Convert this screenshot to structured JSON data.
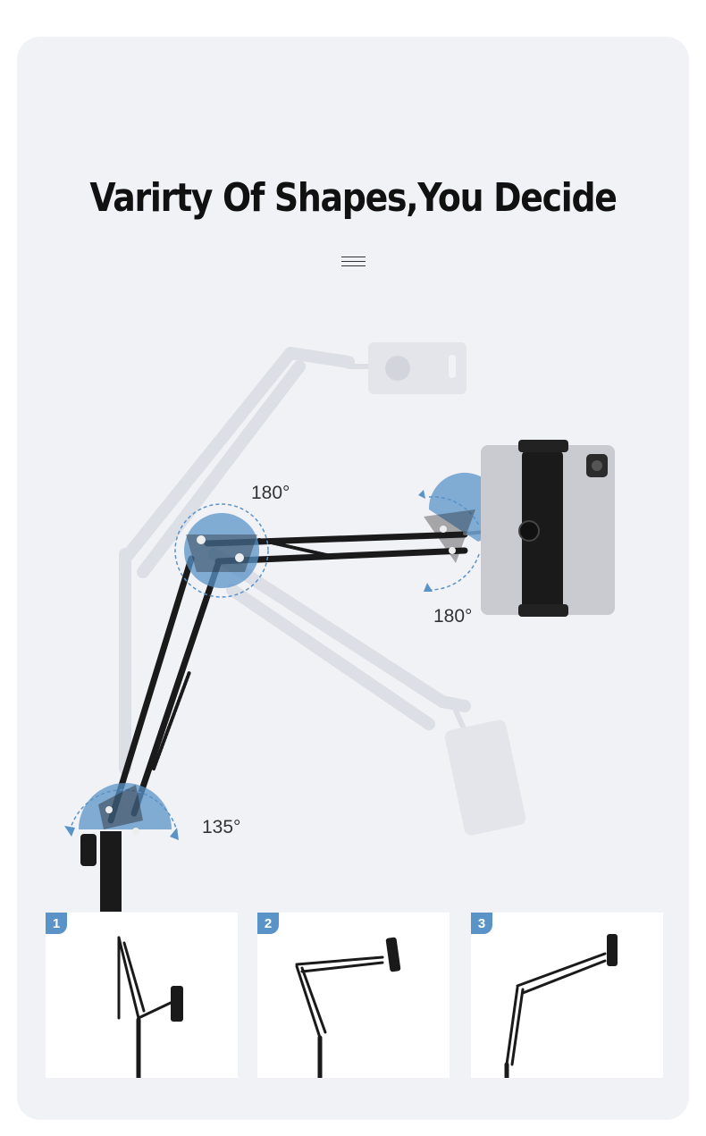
{
  "headline": "Varirty Of Shapes,You Decide",
  "angles": {
    "top_joint": "180°",
    "holder_joint": "180°",
    "base_joint": "135°"
  },
  "thumbnails": [
    {
      "badge": "1"
    },
    {
      "badge": "2"
    },
    {
      "badge": "3"
    }
  ],
  "colors": {
    "accent": "#5a93c7",
    "card_background": "#f1f2f6",
    "arm": "#1a1a1a"
  },
  "icons": {
    "divider": "menu-lines-icon"
  }
}
